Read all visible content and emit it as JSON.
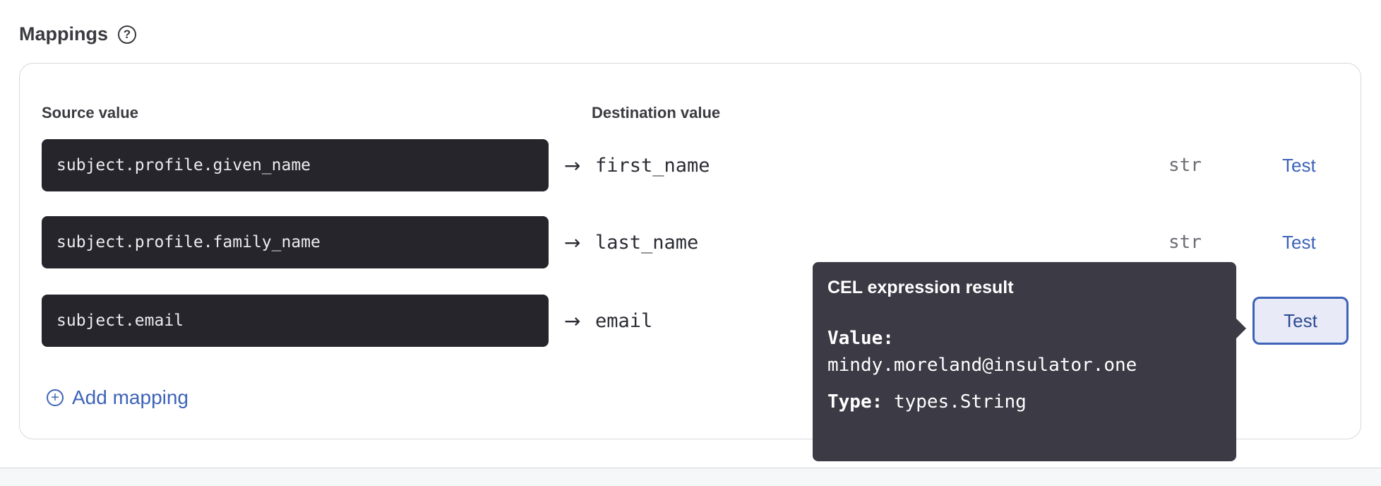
{
  "section": {
    "title": "Mappings",
    "help_icon": "question-circle-icon"
  },
  "columns": {
    "source": "Source value",
    "destination": "Destination value"
  },
  "mappings": [
    {
      "source": "subject.profile.given_name",
      "arrow": "→",
      "destination": "first_name",
      "type": "str",
      "action": "Test"
    },
    {
      "source": "subject.profile.family_name",
      "arrow": "→",
      "destination": "last_name",
      "type": "str",
      "action": "Test"
    },
    {
      "source": "subject.email",
      "arrow": "→",
      "destination": "email",
      "type": "",
      "action": "Test"
    }
  ],
  "add_mapping": {
    "label": "Add mapping",
    "icon": "plus-circle-icon"
  },
  "tooltip": {
    "title": "CEL expression result",
    "value_label": "Value:",
    "value": "mindy.moreland@insulator.one",
    "type_label": "Type:",
    "type_value": "types.String"
  },
  "colors": {
    "accent": "#3d63b8",
    "code_bg": "#25252b",
    "tooltip_bg": "#3b3a45"
  }
}
